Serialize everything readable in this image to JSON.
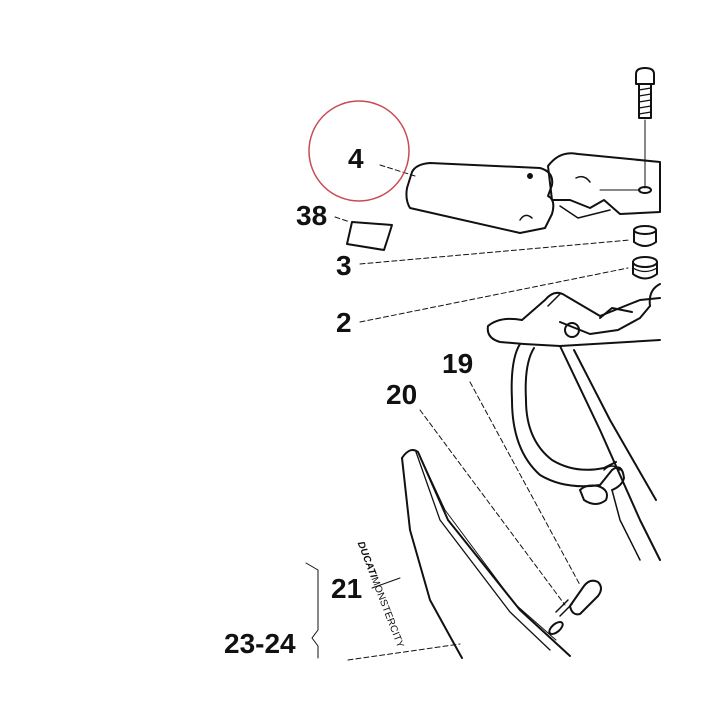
{
  "callouts": {
    "c4": "4",
    "c38": "38",
    "c3": "3",
    "c2": "2",
    "c19": "19",
    "c20": "20",
    "c21": "21",
    "c23_24": "23-24"
  },
  "decal": {
    "brand": "DUCATI",
    "model": "MONSTERCITY"
  },
  "highlight_color": "#c94a56"
}
